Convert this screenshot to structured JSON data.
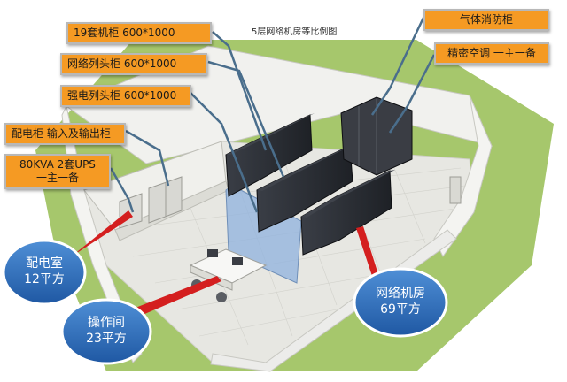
{
  "title": "5层网络机房等比例图",
  "labels": {
    "cabinets_19": "19套机柜 600*1000",
    "network_head": "网络列头柜 600*1000",
    "power_head": "强电列头柜 600*1000",
    "dist_cabinet": "配电柜 输入及输出柜",
    "ups_line1": "80KVA 2套UPS",
    "ups_line2": "一主一备",
    "gas_fire": "气体消防柜",
    "precision_ac": "精密空调 一主一备"
  },
  "bubbles": {
    "power_room_name": "配电室",
    "power_room_area": "12平方",
    "operation_room_name": "操作间",
    "operation_room_area": "23平方",
    "network_room_name": "网络机房",
    "network_room_area": "69平方"
  },
  "colors": {
    "label_bg": "#f59a23",
    "bubble_blue": "#2e6db8",
    "pointer_red": "#d41f1f",
    "pointer_steel": "#4a6e8c",
    "grass": "#a6c76c",
    "floor": "#e7e7e2",
    "cabinet": "#2a2d33"
  }
}
